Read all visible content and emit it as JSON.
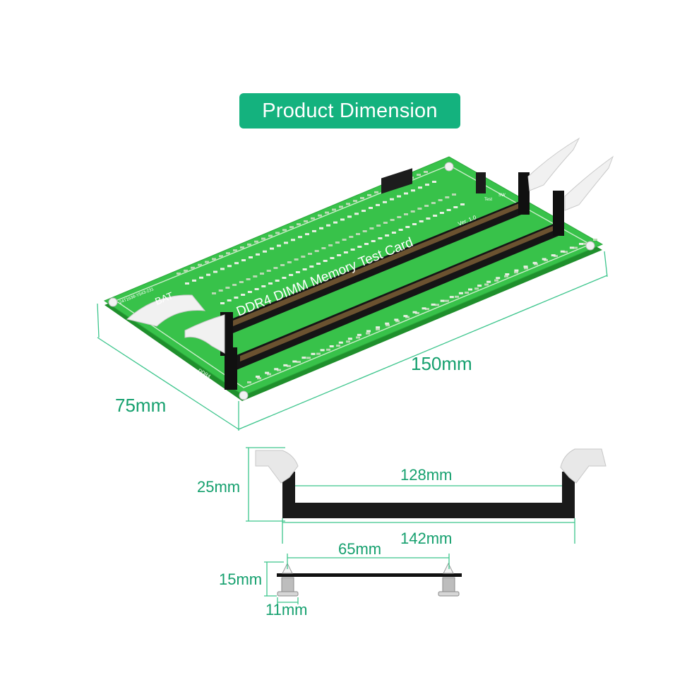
{
  "title": "Product Dimension",
  "colors": {
    "accent": "#14b27e",
    "dimension_line": "#3cc58c",
    "dimension_text": "#15a06e",
    "pcb": "#38c24a",
    "pcb_dark": "#1f8f2c",
    "slot": "#1a1a1a"
  },
  "board_labels": {
    "card_name": "DDR4 DIMM  Memory  Test  Card",
    "version": "Ver. 1.0",
    "bat": "BAT",
    "model_code": "24T1638-Y543-231",
    "test": "Test",
    "sw": "SW",
    "ddr4_left_a": "DDR4",
    "ddr4_left_b": "DDR4"
  },
  "dimensions": {
    "length": "150mm",
    "width": "75mm",
    "inner_span": "128mm",
    "outer_span": "142mm",
    "clip_height": "25mm",
    "standoff_pitch": "65mm",
    "standoff_height": "15mm",
    "standoff_diameter": "11mm"
  }
}
